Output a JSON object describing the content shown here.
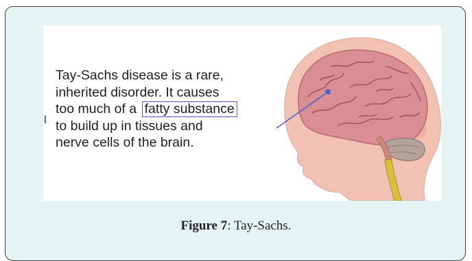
{
  "figure": {
    "text_lines": [
      "Tay-Sachs disease is a rare,",
      "inherited disorder. It causes",
      "too much of a ",
      "to build up in tissues and",
      "nerve cells of the brain."
    ],
    "highlight": "fatty substance",
    "caption_label": "Figure 7",
    "caption_text": ": Tay-Sachs."
  },
  "colors": {
    "panel_background": "#e6f3f3",
    "highlight_border": "#5252c9",
    "arrow": "#4a5fd6",
    "skin": "#f2c1b3",
    "brain": "#d98e94",
    "spinal_cord": "#d9bf3a"
  }
}
